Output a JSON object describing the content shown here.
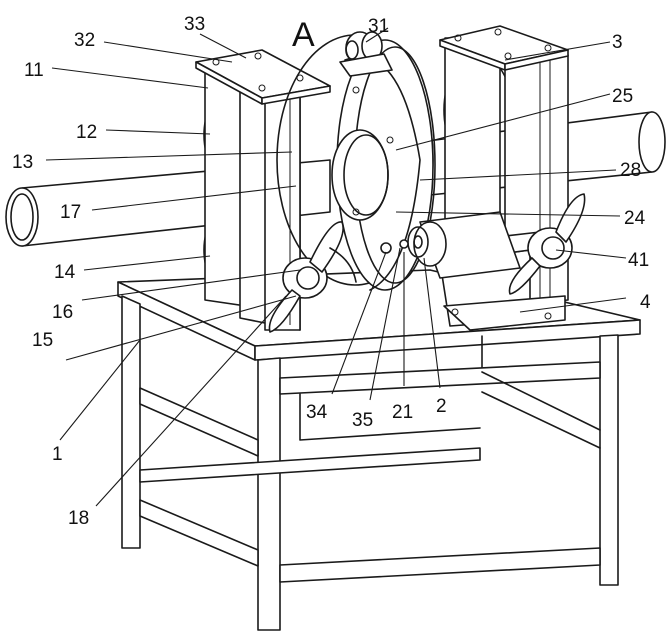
{
  "view_label": "A",
  "callouts": [
    {
      "text": "32"
    },
    {
      "text": "33"
    },
    {
      "text": "31"
    },
    {
      "text": "3"
    },
    {
      "text": "11"
    },
    {
      "text": "25"
    },
    {
      "text": "12"
    },
    {
      "text": "13"
    },
    {
      "text": "28"
    },
    {
      "text": "17"
    },
    {
      "text": "24"
    },
    {
      "text": "14"
    },
    {
      "text": "41"
    },
    {
      "text": "16"
    },
    {
      "text": "4"
    },
    {
      "text": "15"
    },
    {
      "text": "34"
    },
    {
      "text": "35"
    },
    {
      "text": "21"
    },
    {
      "text": "2"
    },
    {
      "text": "1"
    },
    {
      "text": "18"
    }
  ]
}
